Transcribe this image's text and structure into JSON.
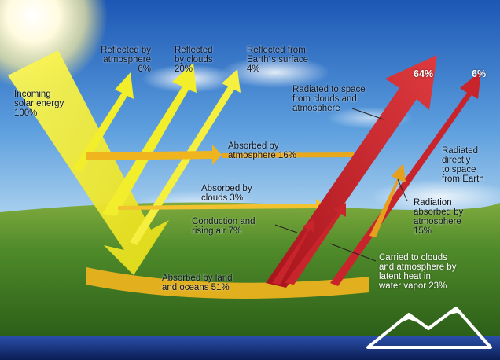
{
  "diagram": {
    "incoming": "Incoming\nsolar energy\n100%",
    "reflected_atmosphere": "Reflected by\natmosphere\n6%",
    "reflected_clouds": "Reflected\nby clouds\n20%",
    "reflected_surface": "Reflected from\nEarth´s surface\n4%",
    "radiated_clouds": "Radiated to space\nfrom clouds and\natmosphere",
    "pct_64": "64%",
    "pct_6": "6%",
    "absorbed_atmosphere": "Absorbed by\natmosphere 16%",
    "radiated_direct": "Radiated\ndirectly\nto space\nfrom Earth",
    "absorbed_clouds": "Absorbed by\nclouds 3%",
    "radiation_absorbed": "Radiation\nabsorbed by\natmosphere\n15%",
    "conduction": "Conduction and\nrising air 7%",
    "carried": "Carried to clouds\nand atmosphere by\nlatent heat in\nwater vapor 23%",
    "absorbed_land": "Absorbed by land\nand oceans 51%"
  },
  "colors": {
    "sky_top": "#1f5fbd",
    "sky_bottom": "#a9d1ef",
    "grass": "#3f7d24",
    "solar_yellow": "#f2ee2c",
    "absorbed_orange": "#f0b41e",
    "infrared_red": "#c8242c",
    "footer_blue": "#0f2766"
  }
}
